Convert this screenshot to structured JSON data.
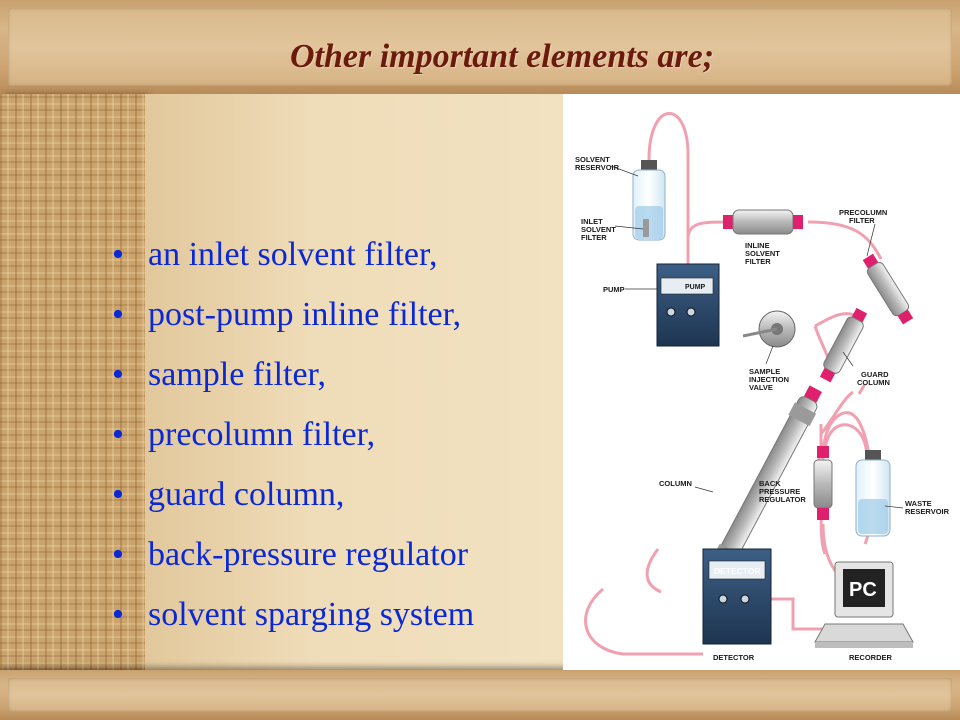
{
  "slide": {
    "title": "Other important elements are;",
    "bullets": [
      "an inlet solvent filter,",
      "post-pump inline filter,",
      "sample filter,",
      "precolumn filter,",
      "guard column,",
      "back-pressure regulator",
      "solvent sparging system"
    ],
    "bullet_glyph": "•"
  },
  "diagram": {
    "labels": {
      "solvent_reservoir": [
        "SOLVENT",
        "RESERVOIR"
      ],
      "inlet_solvent_filter": [
        "INLET",
        "SOLVENT",
        "FILTER"
      ],
      "pump": "PUMP",
      "pump_face": "PUMP",
      "inline_solvent_filter": [
        "INLINE",
        "SOLVENT",
        "FILTER"
      ],
      "precolumn_filter": [
        "PRECOLUMN",
        "FILTER"
      ],
      "sample_injection_valve": [
        "SAMPLE",
        "INJECTION",
        "VALVE"
      ],
      "guard_column": [
        "GUARD",
        "COLUMN"
      ],
      "column": "COLUMN",
      "back_pressure_regulator": [
        "BACK",
        "PRESSURE",
        "REGULATOR"
      ],
      "waste_reservoir": [
        "WASTE",
        "RESERVOIR"
      ],
      "detector": "DETECTOR",
      "detector_face": "DETECTOR",
      "pc": "PC",
      "recorder": "RECORDER"
    }
  },
  "colors": {
    "title": "#6b1a0c",
    "bullets": "#0a28d6",
    "tubing": "#f0a0b0",
    "fitting": "#e0206c"
  }
}
